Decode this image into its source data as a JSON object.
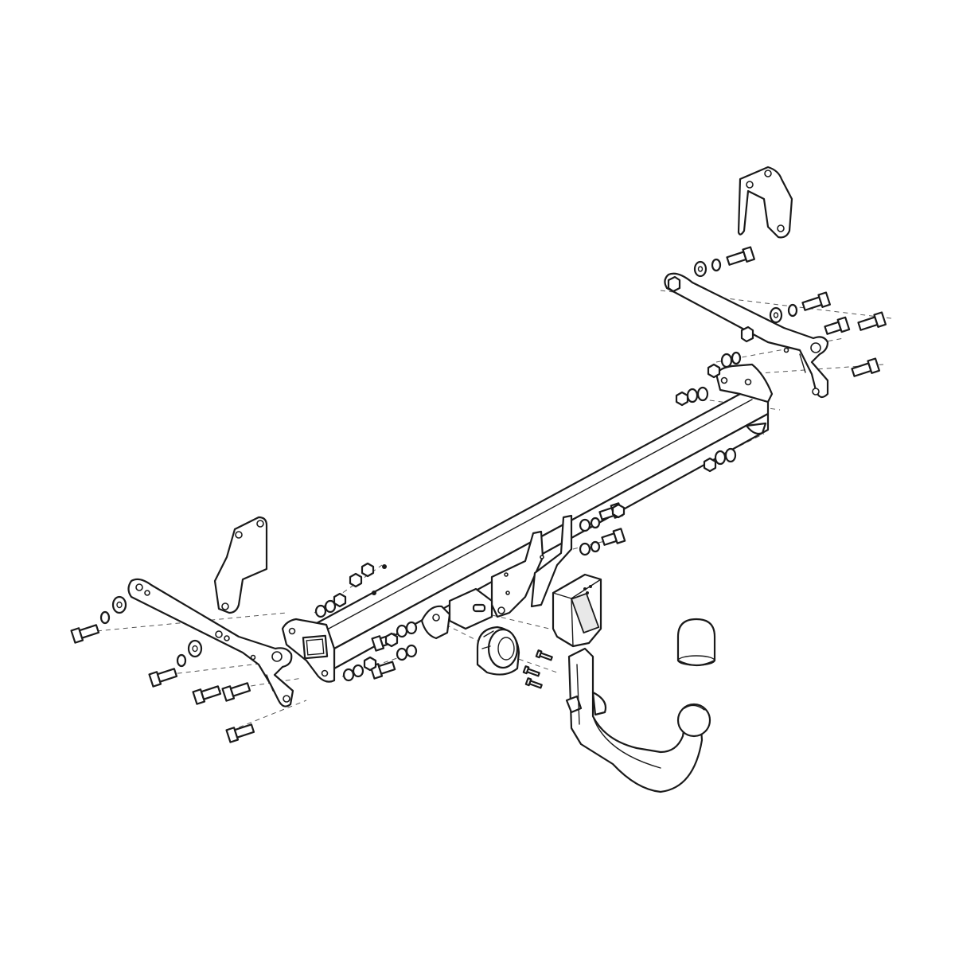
{
  "diagram": {
    "type": "exploded-assembly",
    "colors": {
      "line": "#1a1a1a",
      "background": "#ffffff",
      "guide": "#555555",
      "shade": "#e8e8e8"
    },
    "parts": [
      {
        "id": "main-crossbar"
      },
      {
        "id": "left-side-bracket"
      },
      {
        "id": "right-side-bracket"
      },
      {
        "id": "left-spacer-plate"
      },
      {
        "id": "right-spacer-plate"
      },
      {
        "id": "center-mount-bracket"
      },
      {
        "id": "socket-plate"
      },
      {
        "id": "electrical-socket"
      },
      {
        "id": "receiver-lock-block"
      },
      {
        "id": "detachable-tow-ball-neck"
      },
      {
        "id": "tow-ball-cover-cap"
      },
      {
        "id": "bolts"
      },
      {
        "id": "washers"
      },
      {
        "id": "nuts"
      },
      {
        "id": "screws"
      }
    ]
  }
}
